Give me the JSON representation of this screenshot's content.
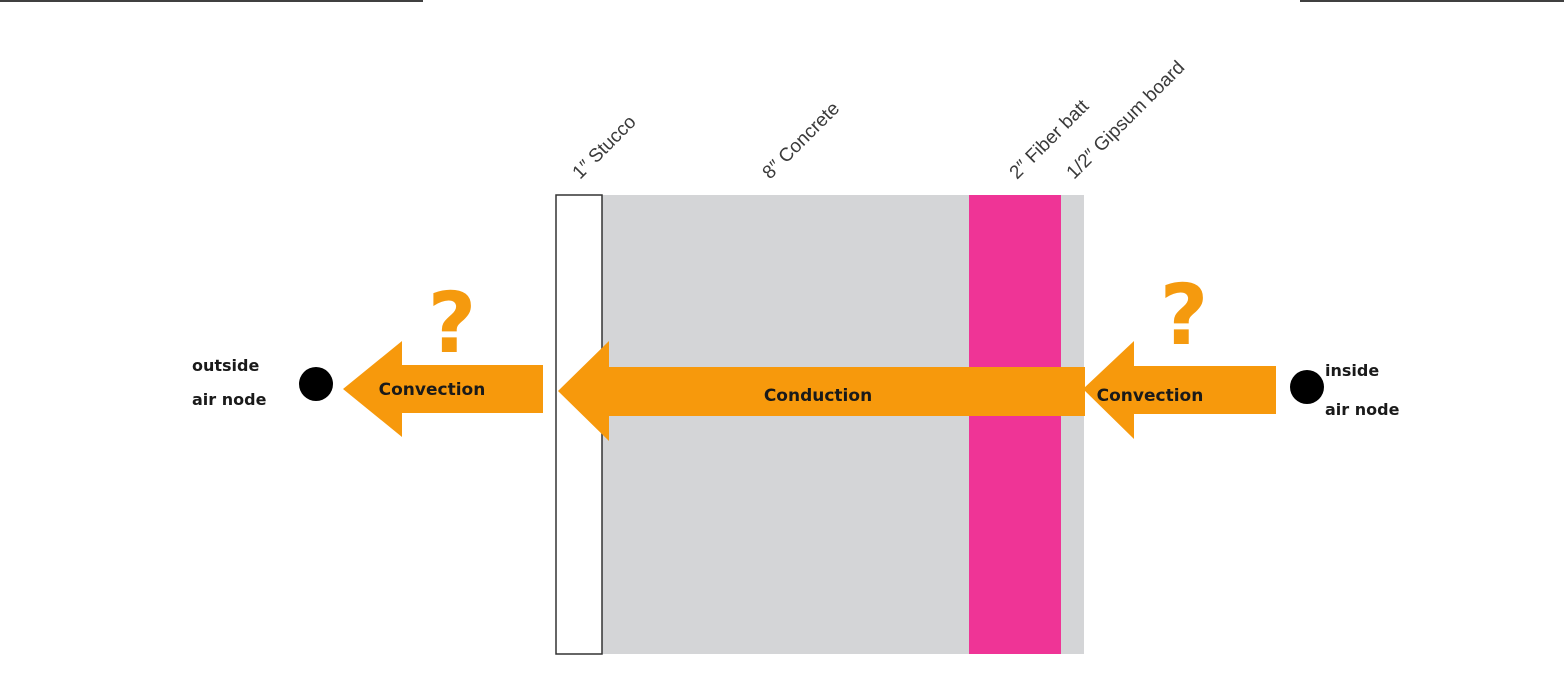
{
  "colors": {
    "arrow": "#f7990c",
    "question_mark": "#f59a0e",
    "stucco_fill": "#ffffff",
    "concrete": "#d4d5d7",
    "fiber_batt": "#ef3496",
    "gypsum": "#d4d5d7",
    "node": "#000000"
  },
  "layers": {
    "stucco": "1″ Stucco",
    "concrete": "8″ Concrete",
    "fiber": "2″ Fiber batt",
    "gypsum": "1/2″ Gipsum board"
  },
  "arrows": {
    "outside": "Convection",
    "wall": "Conduction",
    "inside": "Convection"
  },
  "question_marks": {
    "outside": "?",
    "inside": "?"
  },
  "nodes": {
    "outside": {
      "line1": "outside",
      "line2": "air node"
    },
    "inside": {
      "line1": "inside",
      "line2": "air node"
    }
  }
}
